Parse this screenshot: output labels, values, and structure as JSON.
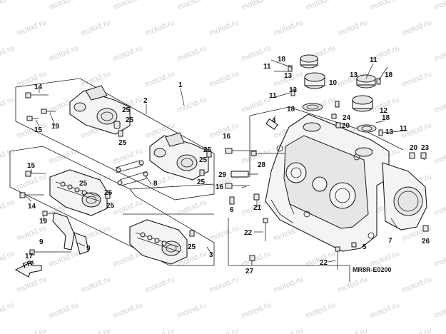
{
  "watermark": {
    "text": "motod.ru"
  },
  "diagram_code": "MR8R-E0200",
  "front_marker": "FR.",
  "callouts": [
    "1",
    "2",
    "3",
    "4",
    "5",
    "6",
    "7",
    "8",
    "9",
    "10",
    "11",
    "12",
    "13",
    "14",
    "15",
    "16",
    "17",
    "18",
    "19",
    "20",
    "21",
    "22",
    "23",
    "24",
    "25",
    "26",
    "27",
    "28",
    "29"
  ]
}
